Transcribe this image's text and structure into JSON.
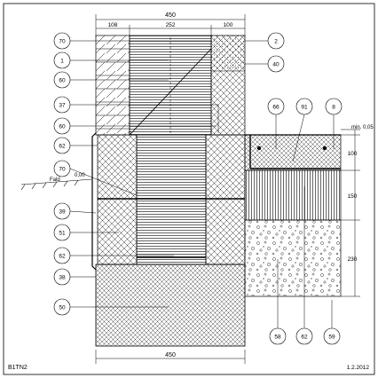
{
  "drawing": {
    "code": "B1TN2",
    "date": "1.2.2012",
    "top_dims": {
      "total": "450",
      "seg1": "108",
      "seg2": "252",
      "seg3": "100"
    },
    "bottom_dim": "450",
    "right_dims": {
      "d1": "100",
      "d2": "150",
      "d3": "230"
    },
    "min_note": "min. 0,05",
    "ground_label": "Fald",
    "level_label": "0,00",
    "left_callouts": [
      "70",
      "1",
      "60",
      "37",
      "60",
      "62",
      "70",
      "39",
      "51",
      "62",
      "38",
      "50"
    ],
    "right_callouts": [
      "2",
      "40"
    ],
    "top_callouts": [
      "66",
      "91",
      "8"
    ],
    "bottom_callouts": [
      "58",
      "62",
      "59"
    ]
  }
}
